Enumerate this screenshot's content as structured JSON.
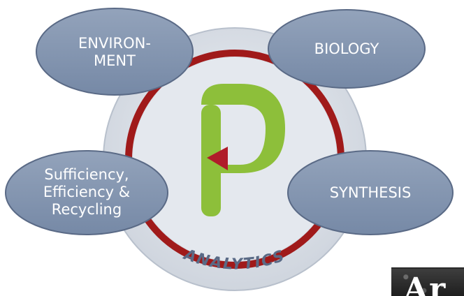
{
  "diagram": {
    "central_logo": "P",
    "ring_label": "ANALYTICS",
    "bubbles": [
      {
        "id": "environment",
        "label": "ENVIRON-\nMENT"
      },
      {
        "id": "biology",
        "label": "BIOLOGY"
      },
      {
        "id": "sufficiency",
        "label": "Sufficiency,\nEfficiency &\nRecycling"
      },
      {
        "id": "synthesis",
        "label": "SYNTHESIS"
      }
    ],
    "colors": {
      "ring_red": "#a01a1a",
      "logo_green": "#8dbf3a",
      "arrow_red": "#b01c2a",
      "bubble_fill": "#8496b0",
      "bubble_stroke": "#5a6a86",
      "analytics_text": "#5a6a86",
      "disc_fill": "#dfe3e9"
    }
  },
  "photo_strip": {
    "text": "Ar"
  }
}
